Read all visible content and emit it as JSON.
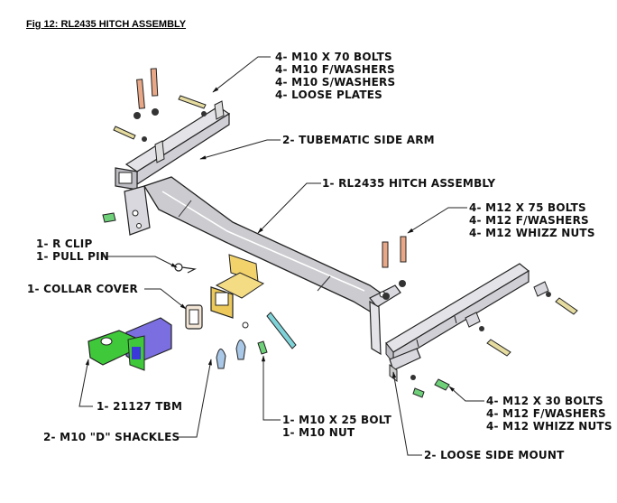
{
  "figure": {
    "title": "Fig 12: RL2435 HITCH ASSEMBLY"
  },
  "callouts": {
    "m10_bolts": [
      "4- M10 X 70 BOLTS",
      "4- M10 F/WASHERS",
      "4- M10 S/WASHERS",
      "4- LOOSE PLATES"
    ],
    "side_arm": [
      "2- TUBEMATIC SIDE ARM"
    ],
    "hitch_assembly": [
      "1- RL2435 HITCH ASSEMBLY"
    ],
    "m12_75_bolts": [
      "4- M12 X 75 BOLTS",
      "4- M12 F/WASHERS",
      "4- M12 WHIZZ NUTS"
    ],
    "r_clip": [
      "1- R CLIP",
      "1- PULL PIN"
    ],
    "collar_cover": [
      "1- COLLAR COVER"
    ],
    "tbm": [
      "1- 21127 TBM"
    ],
    "shackles": [
      "2- M10 \"D\" SHACKLES"
    ],
    "m10_25_bolt": [
      "1- M10 X 25 BOLT",
      "1- M10 NUT"
    ],
    "m12_30_bolts": [
      "4- M12 X 30 BOLTS",
      "4- M12 F/WASHERS",
      "4- M12 WHIZZ NUTS"
    ],
    "side_mount": [
      "2- LOOSE SIDE MOUNT"
    ]
  },
  "colors": {
    "frame": "#c8c8cc",
    "receiver": "#f2d36b",
    "tbm_green": "#3fc93a",
    "tbm_blue": "#7a6ee0",
    "bolt_copper": "#e8a887",
    "bolt_yellow": "#e6dca0",
    "shackle_blue": "#a9c7e6",
    "pin_teal": "#7fd3d8",
    "green_bolt": "#6fd07a"
  }
}
